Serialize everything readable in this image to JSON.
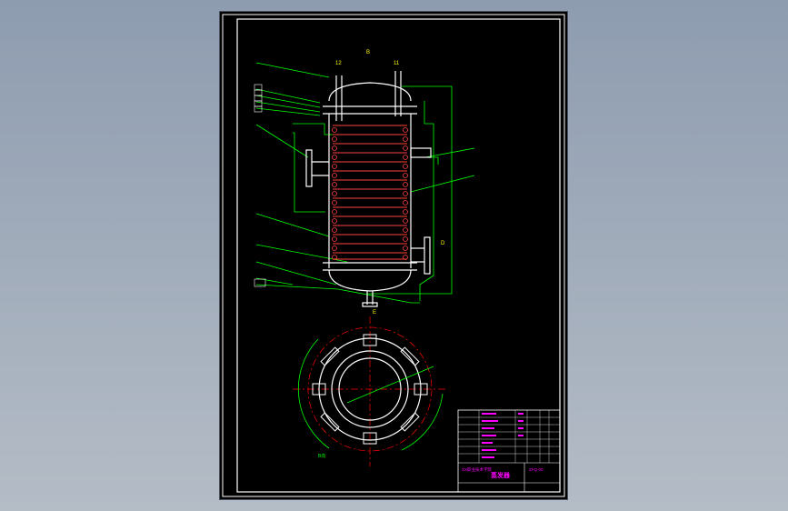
{
  "colors": {
    "background": "#9aa6b6",
    "paper": "#000000",
    "frame": "#ffffff",
    "leader": "#00ff00",
    "label": "#ffff00",
    "title_text": "#ff00ff",
    "center_line": "#ff0000",
    "coil": "#ff4040"
  },
  "icons": {
    "top_nozzle_left": "nozzle-icon",
    "top_nozzle_right": "nozzle-icon"
  },
  "labels": {
    "view_top": "B",
    "nozzle_left": "12",
    "nozzle_right": "11",
    "right_nozzle": "D",
    "bottom_nozzle": "E",
    "plan_view_label": "B向"
  },
  "title_block": {
    "drawing_name": "蒸发器",
    "school": "XX职业技术学院",
    "drawing_no": "ZFQ-00"
  }
}
